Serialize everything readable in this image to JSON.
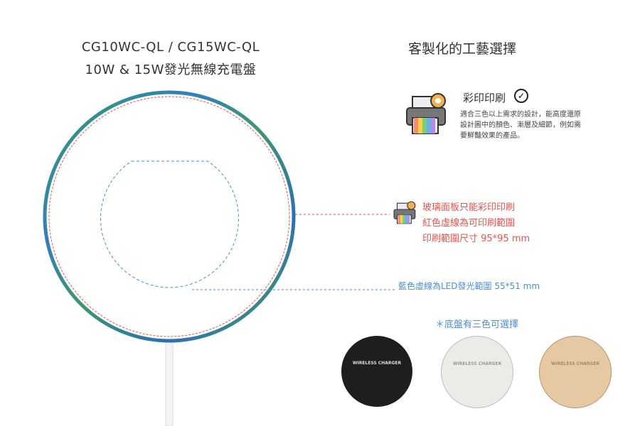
{
  "header": {
    "model": "CG10WC-QL / CG15WC-QL",
    "name": "10W & 15W發光無線充電盤"
  },
  "customization": {
    "title": "客製化的工藝選擇",
    "color_print": {
      "title": "彩印印刷",
      "description": "適合三色以上需求的設計，能高度還原設計圖中的顏色、漸層及細節，例如需要鮮豔效果的產品。"
    },
    "glass_notes": [
      "玻璃面板只能彩印印刷",
      "紅色虛線為可印刷範圍",
      "印刷範圍尺寸 95*95 mm"
    ],
    "blue_note": "藍色虛線為LED發光範圍 55*51 mm",
    "base_note": "＊底盤有三色可選擇",
    "base_label": "WIRELESS CHARGER"
  },
  "colors": {
    "red": "#e8534e",
    "blue": "#4a8ed6"
  }
}
